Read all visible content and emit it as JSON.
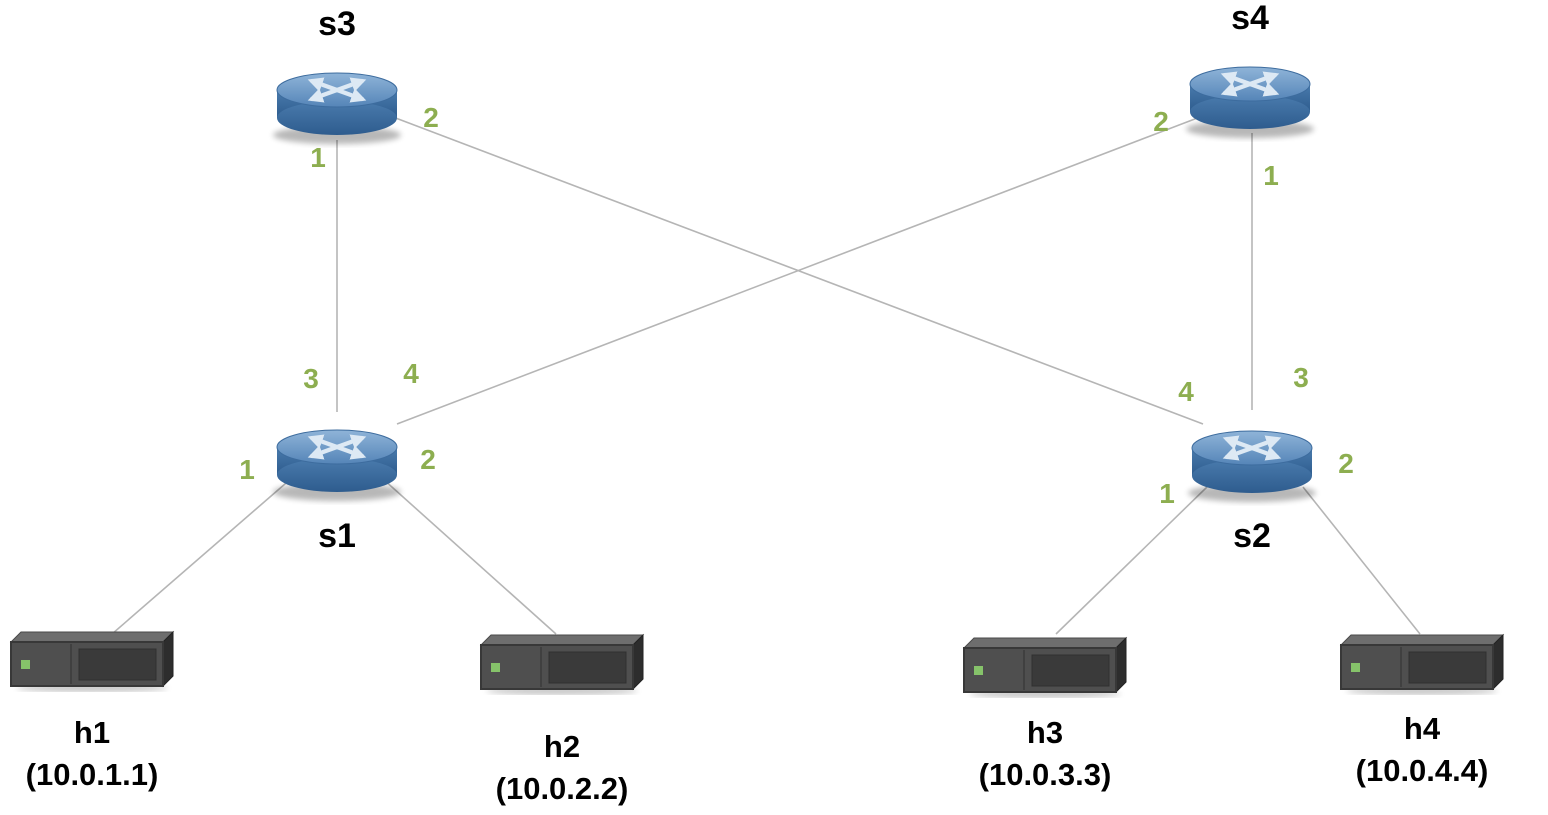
{
  "diagram": {
    "type": "network-topology",
    "port_label_color": "#8dae50",
    "link_color": "#b5b5b5",
    "switches": [
      {
        "id": "s1",
        "label": "s1"
      },
      {
        "id": "s2",
        "label": "s2"
      },
      {
        "id": "s3",
        "label": "s3"
      },
      {
        "id": "s4",
        "label": "s4"
      }
    ],
    "hosts": [
      {
        "id": "h1",
        "label": "h1",
        "ip": "(10.0.1.1)"
      },
      {
        "id": "h2",
        "label": "h2",
        "ip": "(10.0.2.2)"
      },
      {
        "id": "h3",
        "label": "h3",
        "ip": "(10.0.3.3)"
      },
      {
        "id": "h4",
        "label": "h4",
        "ip": "(10.0.4.4)"
      }
    ],
    "links": [
      {
        "from": "s3",
        "from_port": "1",
        "to": "s1",
        "to_port": "3"
      },
      {
        "from": "s3",
        "from_port": "2",
        "to": "s2",
        "to_port": "4"
      },
      {
        "from": "s4",
        "from_port": "2",
        "to": "s1",
        "to_port": "4"
      },
      {
        "from": "s4",
        "from_port": "1",
        "to": "s2",
        "to_port": "3"
      },
      {
        "from": "s1",
        "from_port": "1",
        "to": "h1",
        "to_port": ""
      },
      {
        "from": "s1",
        "from_port": "2",
        "to": "h2",
        "to_port": ""
      },
      {
        "from": "s2",
        "from_port": "1",
        "to": "h3",
        "to_port": ""
      },
      {
        "from": "s2",
        "from_port": "2",
        "to": "h4",
        "to_port": ""
      }
    ]
  }
}
